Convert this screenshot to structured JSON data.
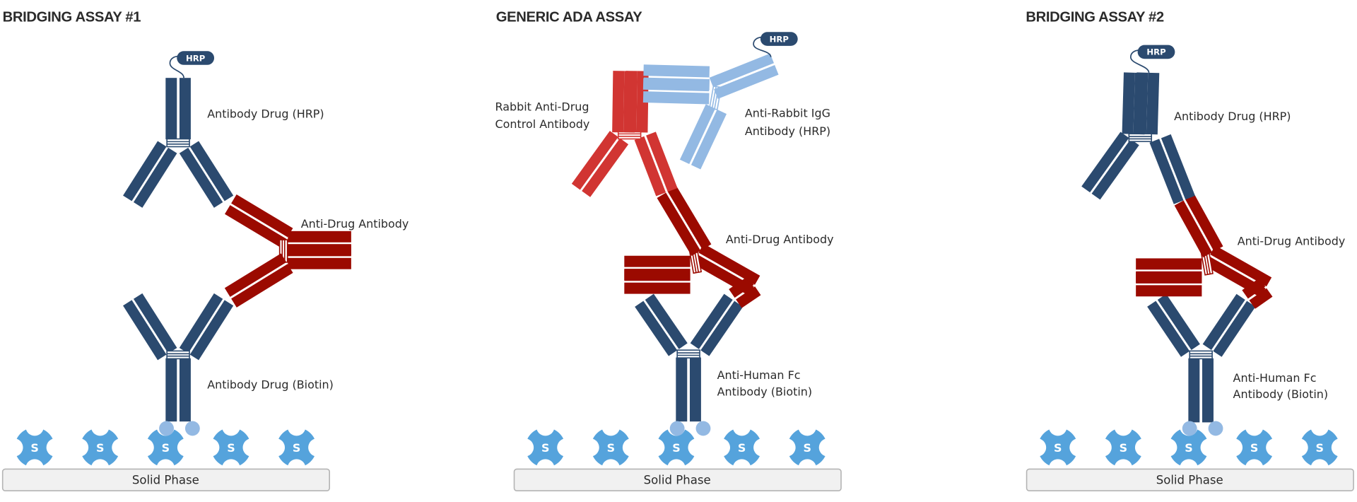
{
  "colors": {
    "drug_antibody": "#2b4a6f",
    "anti_drug_antibody": "#9b0a00",
    "rabbit_control_antibody": "#d13532",
    "anti_rabbit_antibody": "#93b9e3",
    "biotin": "#93b9e3",
    "streptavidin": "#55a3dc",
    "hrp_tag": "#2b4a6f",
    "solid_phase_fill": "#f1f1f1",
    "solid_phase_border": "#b4b4b4",
    "text": "#2b2b2b"
  },
  "panels": [
    {
      "title": "BRIDGING ASSAY #1",
      "hrp_label": "HRP",
      "labels": {
        "top": "Antibody Drug (HRP)",
        "middle": "Anti-Drug Antibody",
        "bottom": "Antibody Drug (Biotin)"
      },
      "bead_label": "S",
      "solid_phase": "Solid Phase"
    },
    {
      "title": "GENERIC ADA ASSAY",
      "hrp_label": "HRP",
      "labels": {
        "control_line1": "Rabbit Anti-Drug",
        "control_line2": "Control Antibody",
        "detector_line1": "Anti-Rabbit IgG",
        "detector_line2": "Antibody (HRP)",
        "middle": "Anti-Drug Antibody",
        "bottom_line1": "Anti-Human Fc",
        "bottom_line2": "Antibody (Biotin)"
      },
      "bead_label": "S",
      "solid_phase": "Solid Phase"
    },
    {
      "title": "BRIDGING ASSAY #2",
      "hrp_label": "HRP",
      "labels": {
        "top": "Antibody Drug (HRP)",
        "middle": "Anti-Drug Antibody",
        "bottom_line1": "Anti-Human Fc",
        "bottom_line2": "Antibody (Biotin)"
      },
      "bead_label": "S",
      "solid_phase": "Solid Phase"
    }
  ]
}
